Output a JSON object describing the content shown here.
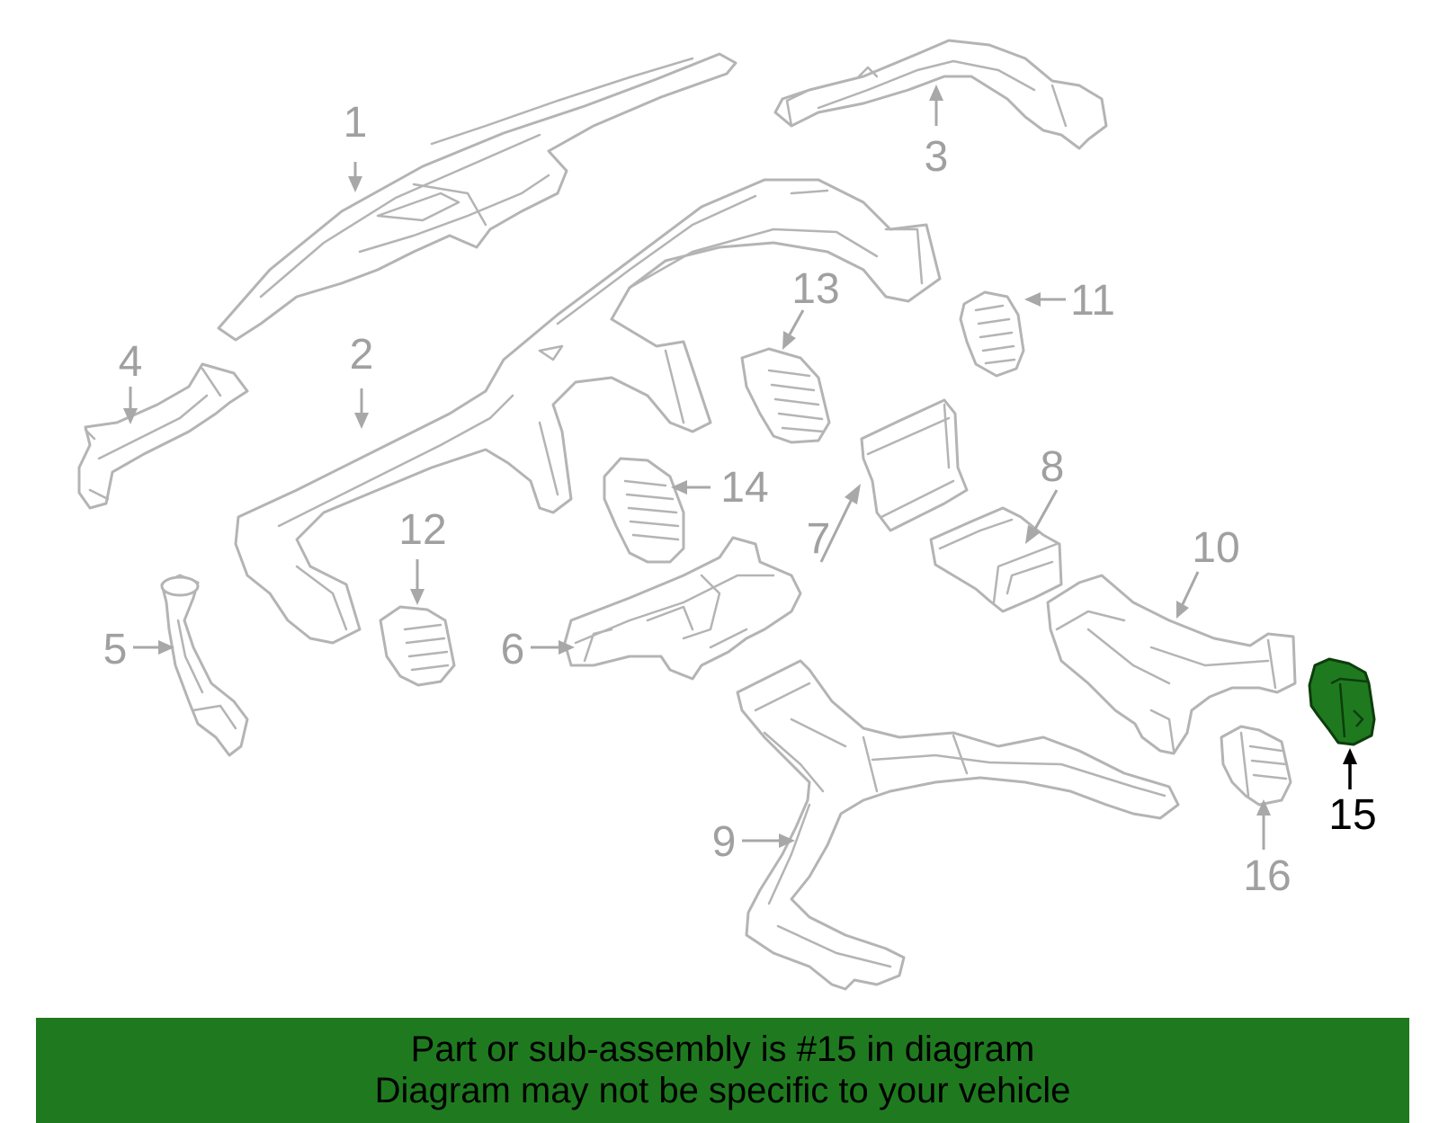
{
  "callouts": {
    "p1": "1",
    "p2": "2",
    "p3": "3",
    "p4": "4",
    "p5": "5",
    "p6": "6",
    "p7": "7",
    "p8": "8",
    "p9": "9",
    "p10": "10",
    "p11": "11",
    "p12": "12",
    "p13": "13",
    "p14": "14",
    "p15": "15",
    "p16": "16"
  },
  "highlighted_part": "15",
  "colors": {
    "highlight": "#1f7a1f",
    "line_art": "#b4b4b4",
    "banner": "#1f7a1f"
  },
  "banner": {
    "line1": "Part or sub-assembly is #15 in diagram",
    "line2": "Diagram may not be specific to your vehicle"
  }
}
